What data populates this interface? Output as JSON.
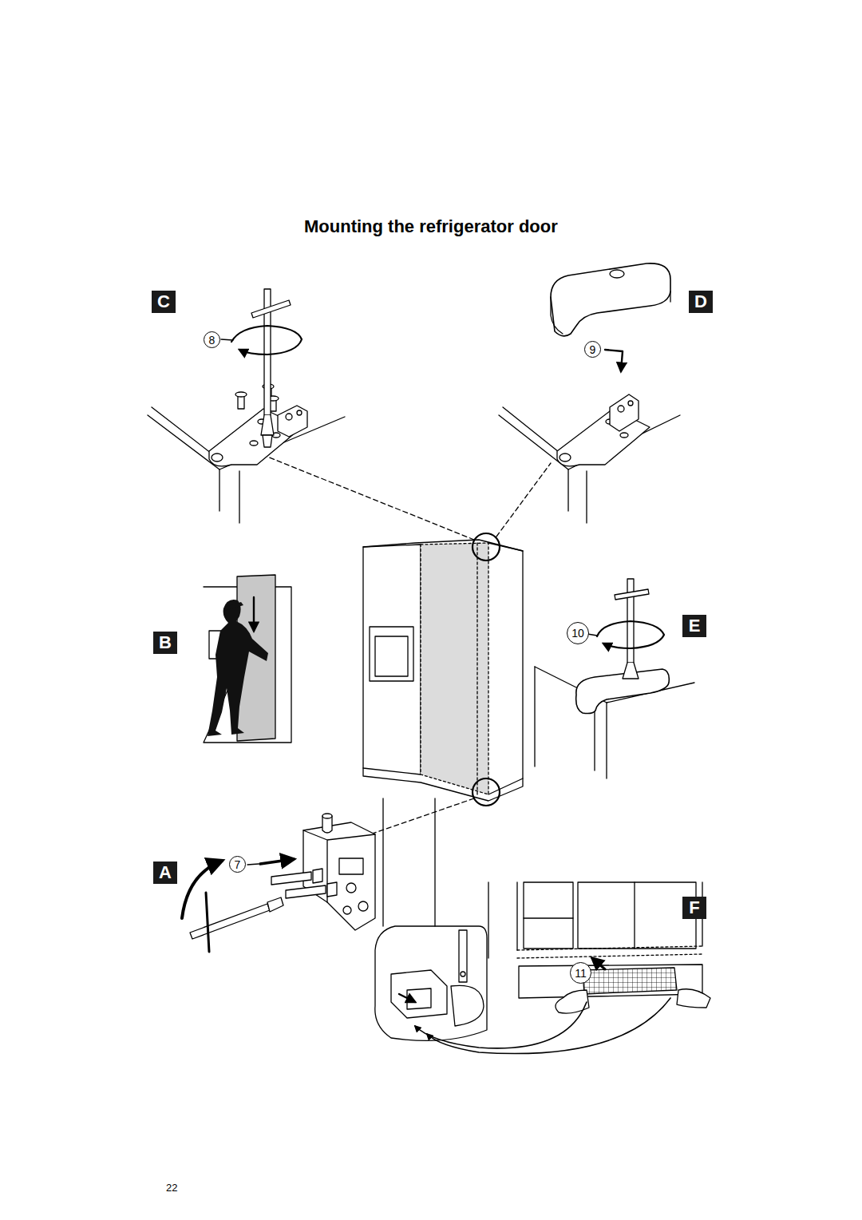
{
  "diagram": {
    "title": "Mounting the refrigerator door",
    "nodes": [
      {
        "text": [
          "C"
        ]
      },
      {
        "text": [
          "D"
        ]
      },
      {
        "text": [
          "8"
        ]
      },
      {
        "text": [
          "9"
        ]
      },
      {
        "text": [
          "B"
        ]
      },
      {
        "text": [
          "10"
        ]
      },
      {
        "text": [
          "E"
        ]
      },
      {
        "text": [
          "A"
        ]
      },
      {
        "text": [
          "7"
        ]
      },
      {
        "text": [
          "F"
        ]
      },
      {
        "text": [
          "11"
        ]
      }
    ],
    "labels": [
      "22"
    ]
  }
}
